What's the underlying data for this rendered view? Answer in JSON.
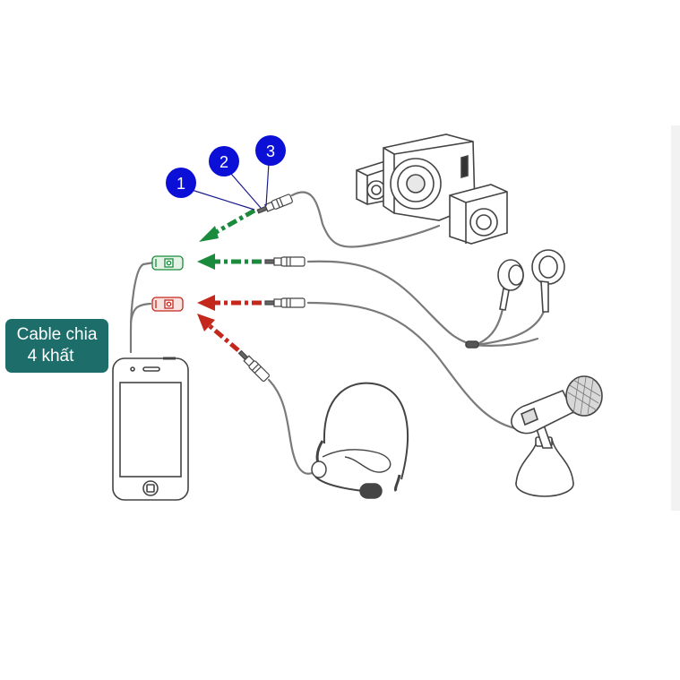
{
  "label": {
    "line1": "Cable chia",
    "line2": "4 khất"
  },
  "badges": [
    "1",
    "2",
    "3"
  ],
  "colors": {
    "badge": "#0c10d6",
    "label_bg": "#1d6e6a",
    "arrow_green": "#1a8a3c",
    "arrow_red": "#c4271c",
    "cable": "#7a7a7a",
    "outline": "#444444"
  },
  "icons": [
    "smartphone-icon",
    "speaker-system-icon",
    "earphones-icon",
    "headset-icon",
    "desk-microphone-icon",
    "splitter-cable-icon",
    "audio-jack-icon"
  ]
}
